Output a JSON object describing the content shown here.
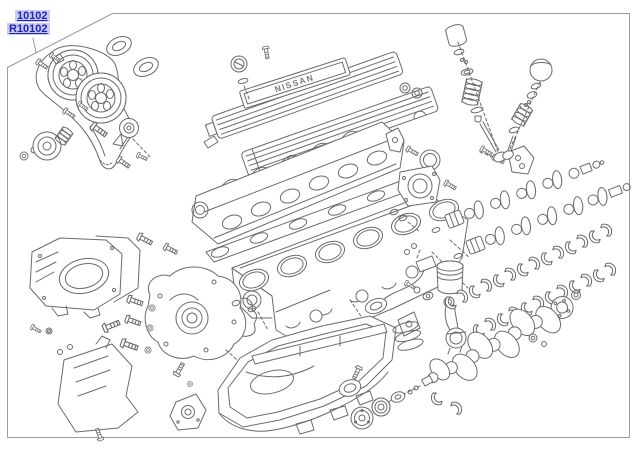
{
  "diagram": {
    "part_labels": {
      "primary": "10102",
      "variant": "R10102"
    },
    "engine_brand_text": "NISSAN"
  },
  "colors": {
    "link_text": "#2222bb",
    "link_highlight": "#c6ccf2",
    "line_art": "#6b6b6b",
    "frame": "#9c9c9c",
    "background": "#ffffff"
  }
}
